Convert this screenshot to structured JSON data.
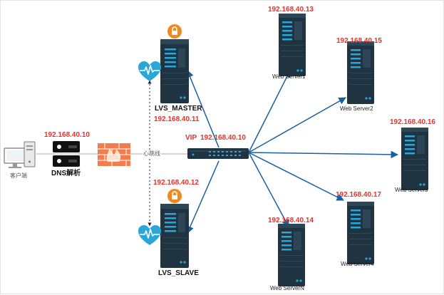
{
  "client": {
    "label": "客户端"
  },
  "dns": {
    "ip": "192.168.40.10",
    "label": "DNS解析"
  },
  "heartbeat": {
    "label": "心跳线"
  },
  "lvs_master": {
    "label": "LVS_MASTER",
    "ip": "192.168.40.11"
  },
  "lvs_slave": {
    "label": "LVS_SLAVE",
    "ip": "192.168.40.12"
  },
  "switch": {
    "vip_label": "VIP",
    "vip": "192.168.40.10"
  },
  "web_servers": [
    {
      "name": "Web Server1",
      "ip": "192.168.40.13"
    },
    {
      "name": "Web Server2",
      "ip": "192.168.40.15"
    },
    {
      "name": "Web Server3",
      "ip": "192.168.40.16"
    },
    {
      "name": "Web Server4",
      "ip": "192.168.40.17"
    },
    {
      "name": "Web ServerN",
      "ip": "192.168.40.14"
    }
  ],
  "colors": {
    "ip": "#e4322b",
    "server": "#1f3341",
    "accent": "#2aa7d8",
    "link": "#1a5fa0",
    "lock": "#f08a1c"
  }
}
